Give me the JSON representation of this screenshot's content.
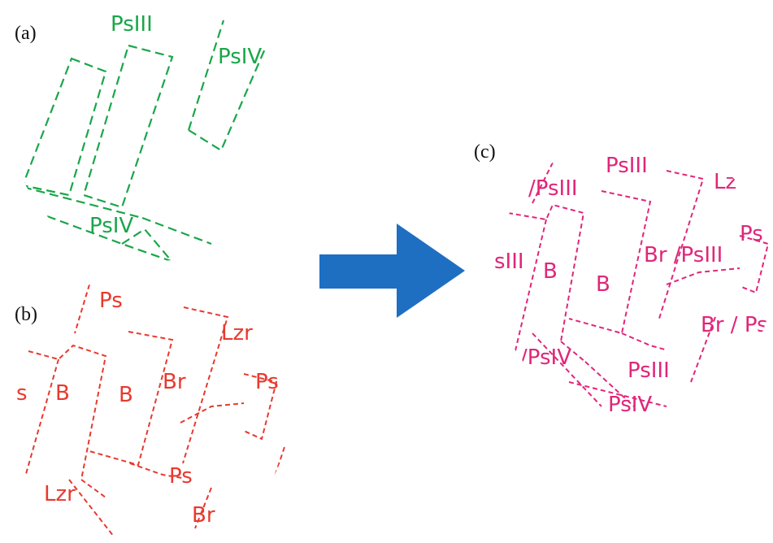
{
  "panels": {
    "a": {
      "label": "(a)",
      "color": "#1aa64a",
      "units": [
        "PsIII",
        "PsIV",
        "PsIV"
      ]
    },
    "b": {
      "label": "(b)",
      "color": "#e8392f",
      "units": [
        "Ps",
        "Lzr",
        "s",
        "B",
        "B",
        "Br",
        "Ps",
        "Ps",
        "Lzr",
        "Br"
      ]
    },
    "c": {
      "label": "(c)",
      "color": "#e0267a",
      "units": [
        "PsIII",
        "/PsIII",
        "Lz",
        "sIII",
        "B",
        "B",
        "Br /PsIII",
        "Ps",
        "Br / Ps",
        "/PsIV",
        "PsIII",
        "PsIV"
      ]
    }
  },
  "arrow": {
    "color": "#1e6fc2",
    "direction": "right"
  }
}
